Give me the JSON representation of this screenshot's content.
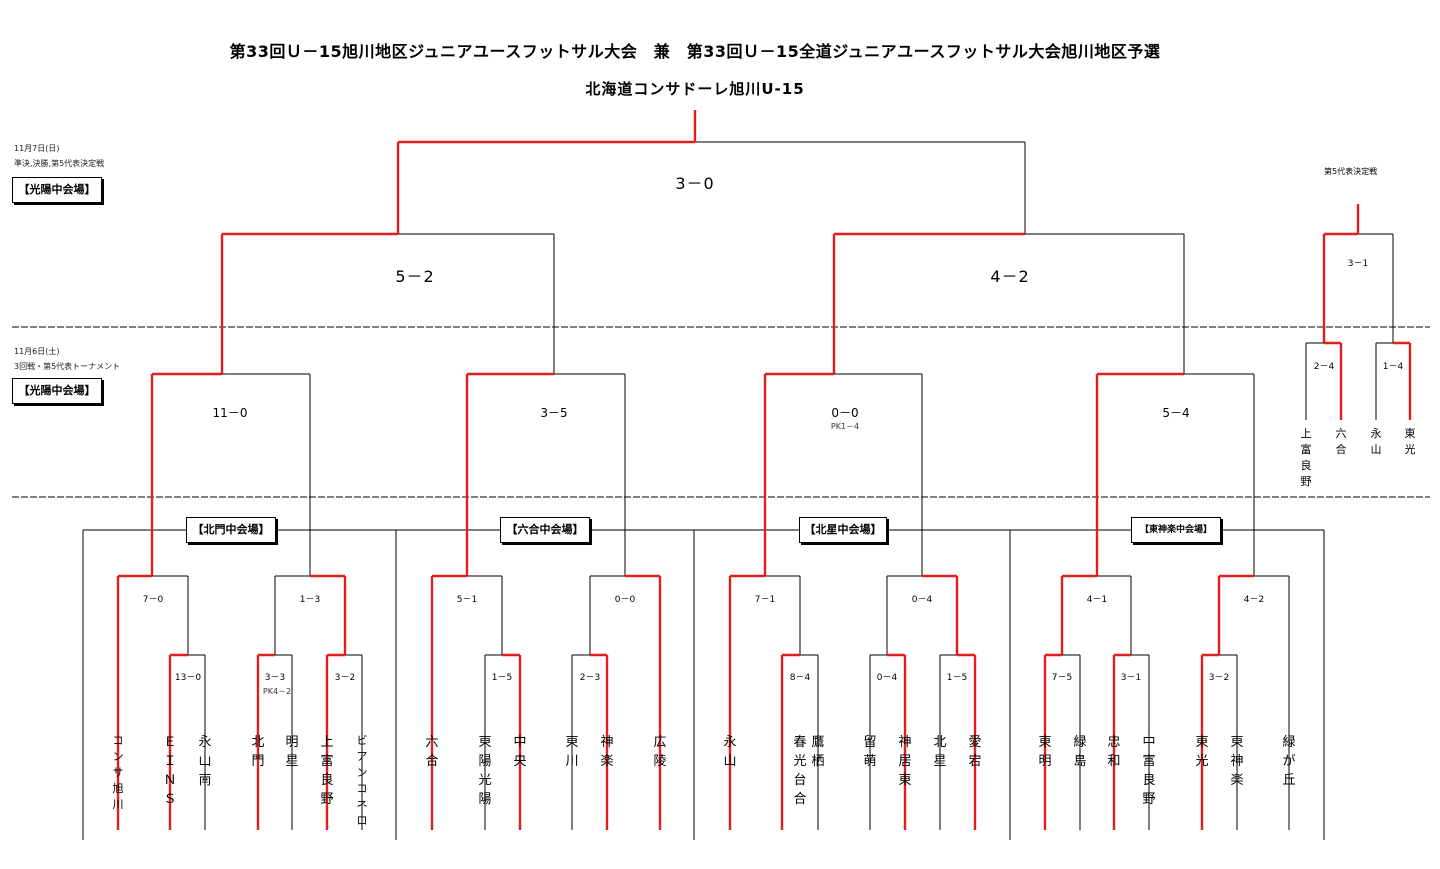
{
  "title": "第33回Ｕ－15旭川地区ジュニアユースフットサル大会　兼　第33回Ｕ－15全道ジュニアユースフットサル大会旭川地区予選",
  "champion": "北海道コンサドーレ旭川U-15",
  "day2": {
    "date": "11月7日(日)",
    "note": "準決,決勝,第5代表決定戦",
    "venue": "【光陽中会場】"
  },
  "day1": {
    "date": "11月6日(土)",
    "note": "3回戦・第5代表トーナメント",
    "venue": "【光陽中会場】"
  },
  "fifth_label": "第5代表決定戦",
  "venues": [
    "【北門中会場】",
    "【六合中会場】",
    "【北星中会場】",
    "【東神楽中会場】"
  ],
  "scores": {
    "final": "3－0",
    "sf_left": "5－2",
    "sf_right": "4－2",
    "qf": [
      "11－0",
      "3－5",
      "0－0",
      "5－4"
    ],
    "qf_pk": "PK1－4",
    "r2": [
      "7－0",
      "1－3",
      "5－1",
      "0－0",
      "7－1",
      "0－4",
      "4－1",
      "4－2"
    ],
    "r1": [
      "13－0",
      "3－3",
      "3－2",
      "1－5",
      "2－3",
      "8－4",
      "0－4",
      "1－5",
      "7－5",
      "3－1",
      "3－2"
    ],
    "r1_pk": "PK4－2",
    "fifth_final": "3－1",
    "fifth_semis": [
      "2－4",
      "1－4"
    ]
  },
  "teams": [
    "コンサ旭川",
    "ＥＩＮＳ",
    "永山南",
    "北門",
    "明星",
    "上富良野",
    "ビアンコネロ",
    "六合",
    "東陽光陽",
    "中央",
    "東川",
    "神楽",
    "広陵",
    "永山",
    "春光台合",
    "鷹栖",
    "留萌",
    "神居東",
    "北星",
    "愛宕",
    "東明",
    "緑島",
    "忠和",
    "中富良野",
    "東光",
    "東神楽",
    "緑が丘"
  ],
  "fifth_teams": [
    "上富良野",
    "六合",
    "永山",
    "東光"
  ],
  "colors": {
    "win": "#e02020",
    "line": "#000000",
    "dash": "#000000"
  }
}
